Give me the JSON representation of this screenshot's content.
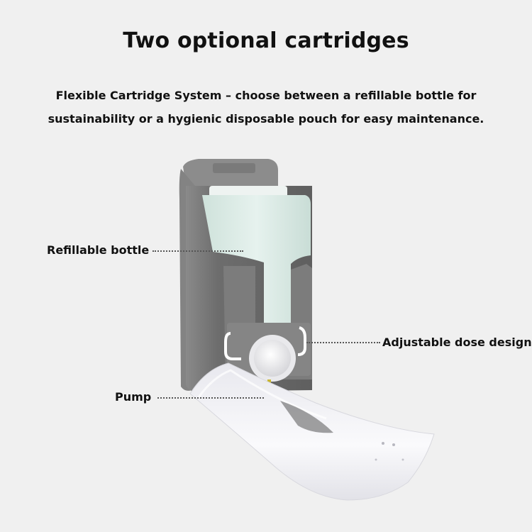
{
  "header": {
    "title": "Two optional cartridges",
    "subtitle_line1": "Flexible Cartridge System – choose between a refillable bottle for",
    "subtitle_line2": "sustainability or a hygienic disposable pouch for easy maintenance."
  },
  "callouts": {
    "refillable": "Refillable bottle",
    "dose": "Adjustable dose design",
    "pump": "Pump"
  },
  "colors": {
    "background": "#f0f0f0",
    "housing": "#6f6f6f",
    "bottle": "#dcece6",
    "cover": "#f6f6f8",
    "pump_accent": "#e8d44a"
  }
}
